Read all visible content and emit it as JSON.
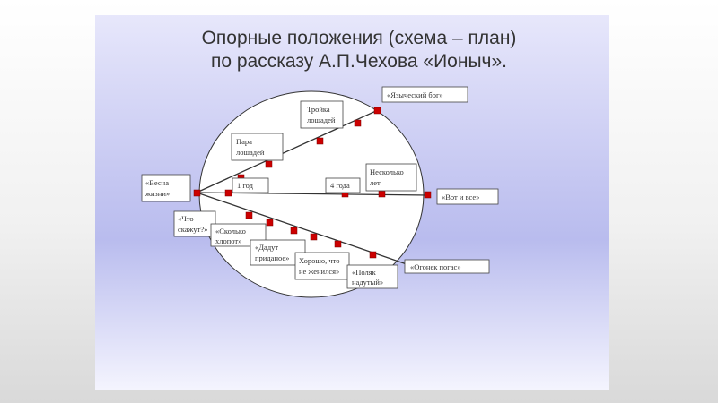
{
  "slide": {
    "title_line1": "Опорные положения (схема – план)",
    "title_line2": "по рассказу А.П.Чехова «Ионыч»."
  },
  "diagram": {
    "labels": {
      "vesna": [
        "«Весна",
        "жизни»"
      ],
      "yazycheskiy": [
        "«Языческий бог»"
      ],
      "troyka": [
        "Тройка",
        "лошадей"
      ],
      "para": [
        "Пара",
        "лошадей"
      ],
      "god1": [
        "1 год"
      ],
      "goda4": [
        "4 года"
      ],
      "neskolko": [
        "Несколько",
        "лет"
      ],
      "vot": [
        "«Вот и все»"
      ],
      "chto": [
        "«Что",
        "скажут?»"
      ],
      "skolko": [
        "«Сколько",
        "хлопот»"
      ],
      "dadut": [
        "«Дадут",
        "приданое»"
      ],
      "horosho": [
        "Хорошо, что",
        "не женился»"
      ],
      "polyak": [
        "«Поляк",
        "надутый»"
      ],
      "ogonek": [
        "«Огонек погас»"
      ]
    },
    "colors": {
      "marker": "#cc0000",
      "line": "#333333",
      "circle_fill": "#ffffff"
    }
  }
}
